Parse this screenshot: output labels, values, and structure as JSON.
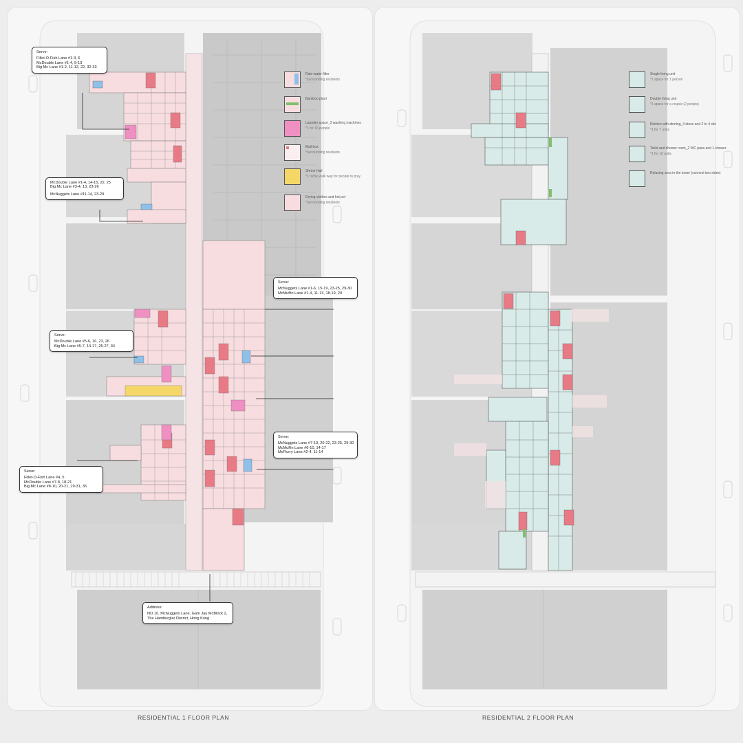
{
  "plans": {
    "left_caption": "RESIDENTIAL 1 FLOOR PLAN",
    "right_caption": "RESIDENTIAL 2 FLOOR PLAN"
  },
  "colors": {
    "background": "#ededed",
    "building_gray": "#d5d5d5",
    "block_gray": "#cfcfcf",
    "pink_unit": "#f7dde0",
    "red_unit": "#e87a86",
    "hot_pink": "#ef8fc2",
    "blue_filter": "#8fc0e8",
    "yellow_shrine": "#f5d768",
    "green_plant": "#7fbf6a",
    "mint_unit": "#d8ebe8"
  },
  "callouts": {
    "c1": {
      "header": "Serve:",
      "lines": [
        "Fillet-O-Fish Lane #1-3, 6",
        "McDouble Lane #1-4, 9-13",
        "Big Mc Lane #1-2, 11-12, 22, 32-33"
      ]
    },
    "c2": {
      "lines": [
        "McDouble Lane #1-4, 14-15, 22, 25",
        "Big Mc Lane #3-4, 13, 23-26"
      ],
      "lines2": [
        "McNuggets Lane #11-14, 23-29"
      ]
    },
    "c3": {
      "header": "Serve:",
      "lines": [
        "McNuggets Lane #1-6, 15-19, 23-25, 29-30",
        "McMuffin Lane #1-4, 11-13, 18-19, 20"
      ]
    },
    "c4": {
      "header": "Serve:",
      "lines": [
        "McDouble Lane #5-6, 16, 23, 26",
        "Big Mc Lane #5-7, 14-17, 25-27, 34"
      ]
    },
    "c5": {
      "header": "Serve:",
      "lines": [
        "McNuggets Lane #7-10, 20-22, 23-25, 29-30",
        "McMuffin Lane #6-10, 14-17",
        "McFlurry Lane #2-4, 11-14"
      ]
    },
    "c6": {
      "header": "Serve:",
      "lines": [
        "Fillet-O-Fish Lane #4, 5",
        "McDouble Lane #7-8, 18-21",
        "Big Mc Lane #8-10, 20-21, 29-31, 36"
      ]
    },
    "address": {
      "header": "Address:",
      "lines": [
        "NO.10, McNuggets Lane, Gam Jau McBlock 2,",
        "The Hamburglar District, Hong Kong"
      ]
    }
  },
  "legend_left": [
    {
      "title": "Rain water filter",
      "sub": "*surrounding residents",
      "color": "#8fc0e8",
      "icon": "rain-water-filter-icon"
    },
    {
      "title": "Bamboo plant",
      "sub": "",
      "color": "#7fbf6a",
      "icon": "bamboo-plant-icon"
    },
    {
      "title": "Laundry space_3 washing machines",
      "sub": "*1 for 16 people",
      "color": "#ef8fc2",
      "icon": "laundry-icon"
    },
    {
      "title": "Mail box",
      "sub": "*surrounding residents",
      "color": "#f7dde0",
      "icon": "mail-box-icon"
    },
    {
      "title": "Shrine Hall",
      "sub": "*1 niche walk way for people to pray",
      "color": "#f5d768",
      "icon": "shrine-hall-icon"
    },
    {
      "title": "Drying clothes and hot pot",
      "sub": "*surrounding residents",
      "color": "#f7dde0",
      "icon": "drying-clothes-icon"
    }
  ],
  "legend_right": [
    {
      "title": "Single living unit",
      "sub": "*1 space for 1 person",
      "color": "#d8ebe8",
      "icon": "single-unit-icon"
    },
    {
      "title": "Double living unit",
      "sub": "*1 space for a couple (2 people)",
      "color": "#d8ebe8",
      "icon": "double-unit-icon"
    },
    {
      "title": "Kitchen with dinning_4 stove and 2 to 4 sits",
      "sub": "*1 for  7 units",
      "color": "#d8ebe8",
      "icon": "kitchen-icon"
    },
    {
      "title": "Toilet and shower room_2 WC pans and 1 shower",
      "sub": "*1 for 10 units",
      "color": "#d8ebe8",
      "icon": "toilet-icon"
    },
    {
      "title": "Relaxing area in the tower (connect two sides)",
      "sub": "",
      "color": "#d8ebe8",
      "icon": "relaxing-area-icon"
    }
  ]
}
